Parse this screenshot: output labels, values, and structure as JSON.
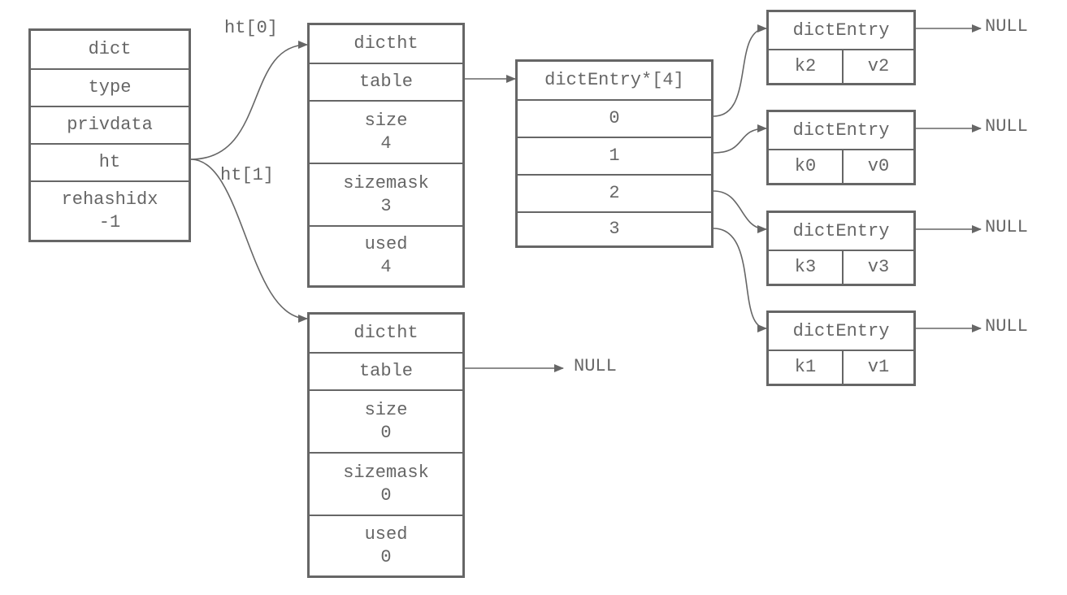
{
  "dict": {
    "title": "dict",
    "fields": [
      "type",
      "privdata",
      "ht"
    ],
    "rehashidx_label": "rehashidx",
    "rehashidx_value": "-1"
  },
  "ht_labels": {
    "ht0": "ht[0]",
    "ht1": "ht[1]"
  },
  "dictht0": {
    "title": "dictht",
    "table": "table",
    "size_label": "size",
    "size_value": "4",
    "sizemask_label": "sizemask",
    "sizemask_value": "3",
    "used_label": "used",
    "used_value": "4"
  },
  "dictht1": {
    "title": "dictht",
    "table": "table",
    "size_label": "size",
    "size_value": "0",
    "sizemask_label": "sizemask",
    "sizemask_value": "0",
    "used_label": "used",
    "used_value": "0"
  },
  "buckets": {
    "title": "dictEntry*[4]",
    "indexes": [
      "0",
      "1",
      "2",
      "3"
    ]
  },
  "entries": [
    {
      "title": "dictEntry",
      "key": "k2",
      "value": "v2",
      "next": "NULL"
    },
    {
      "title": "dictEntry",
      "key": "k0",
      "value": "v0",
      "next": "NULL"
    },
    {
      "title": "dictEntry",
      "key": "k3",
      "value": "v3",
      "next": "NULL"
    },
    {
      "title": "dictEntry",
      "key": "k1",
      "value": "v1",
      "next": "NULL"
    }
  ],
  "null_label": "NULL",
  "colors": {
    "stroke": "#666666",
    "background": "#ffffff"
  }
}
